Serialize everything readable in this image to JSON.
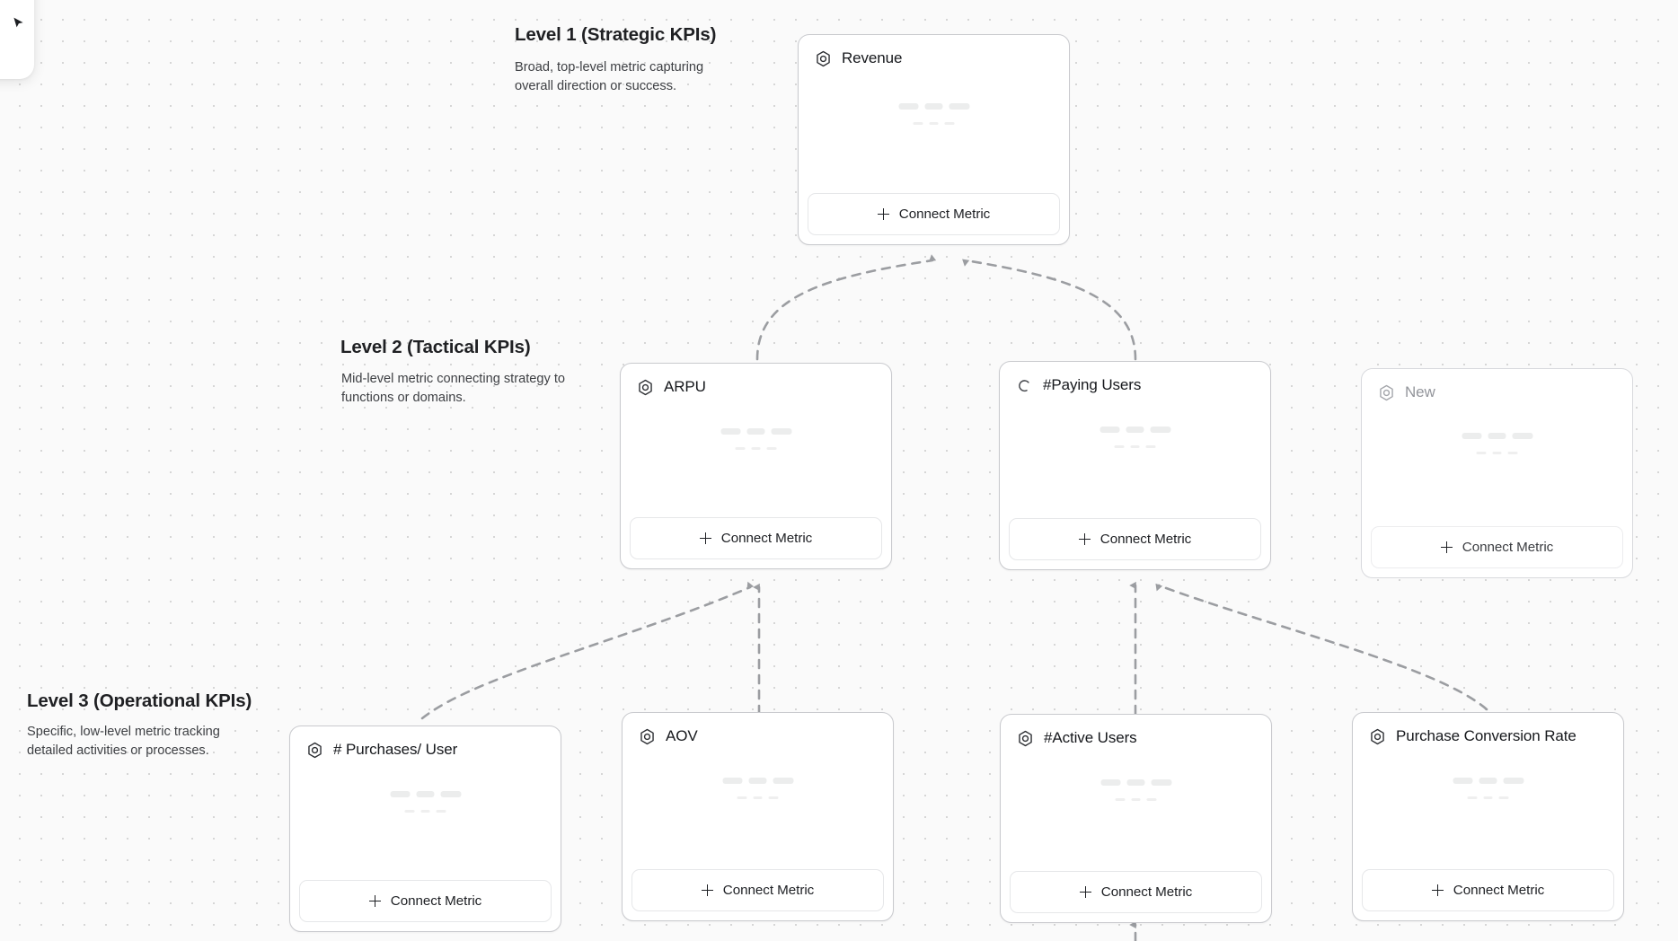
{
  "canvas": {
    "background_color": "#fafafa",
    "dot_color": "#d6d6d6",
    "edge_color": "#9b9da1"
  },
  "levels": [
    {
      "id": "level-1",
      "title": "Level 1 (Strategic KPIs)",
      "description": "Broad, top-level metric capturing overall direction or success."
    },
    {
      "id": "level-2",
      "title": "Level 2 (Tactical KPIs)",
      "description": "Mid-level metric connecting strategy to functions or domains."
    },
    {
      "id": "level-3",
      "title": "Level 3 (Operational KPIs)",
      "description": "Specific, low-level metric tracking detailed activities or processes."
    }
  ],
  "cards": [
    {
      "id": "revenue",
      "title": "Revenue",
      "icon": "hexagon-target-icon",
      "state": "active",
      "connect_label": "Connect Metric"
    },
    {
      "id": "arpu",
      "title": "ARPU",
      "icon": "hexagon-target-icon",
      "state": "active",
      "connect_label": "Connect Metric"
    },
    {
      "id": "paying-users",
      "title": "#Paying Users",
      "icon": "spinner-icon",
      "state": "loading",
      "connect_label": "Connect Metric"
    },
    {
      "id": "new",
      "title": "New",
      "icon": "hexagon-target-icon",
      "state": "placeholder",
      "connect_label": "Connect Metric"
    },
    {
      "id": "purchases-per-user",
      "title": "# Purchases/ User",
      "icon": "hexagon-target-icon",
      "state": "active",
      "connect_label": "Connect Metric"
    },
    {
      "id": "aov",
      "title": "AOV",
      "icon": "hexagon-target-icon",
      "state": "active",
      "connect_label": "Connect Metric"
    },
    {
      "id": "active-users",
      "title": "#Active Users",
      "icon": "hexagon-target-icon",
      "state": "active",
      "connect_label": "Connect Metric"
    },
    {
      "id": "purchase-conversion-rate",
      "title": "Purchase Conversion Rate",
      "icon": "hexagon-target-icon",
      "state": "active",
      "connect_label": "Connect Metric"
    }
  ],
  "edges": [
    {
      "from": "arpu",
      "to": "revenue"
    },
    {
      "from": "paying-users",
      "to": "revenue"
    },
    {
      "from": "purchases-per-user",
      "to": "arpu"
    },
    {
      "from": "aov",
      "to": "arpu"
    },
    {
      "from": "active-users",
      "to": "paying-users"
    },
    {
      "from": "purchase-conversion-rate",
      "to": "paying-users"
    }
  ],
  "corner_panel": {
    "icon": "cursor-pointer-icon"
  }
}
